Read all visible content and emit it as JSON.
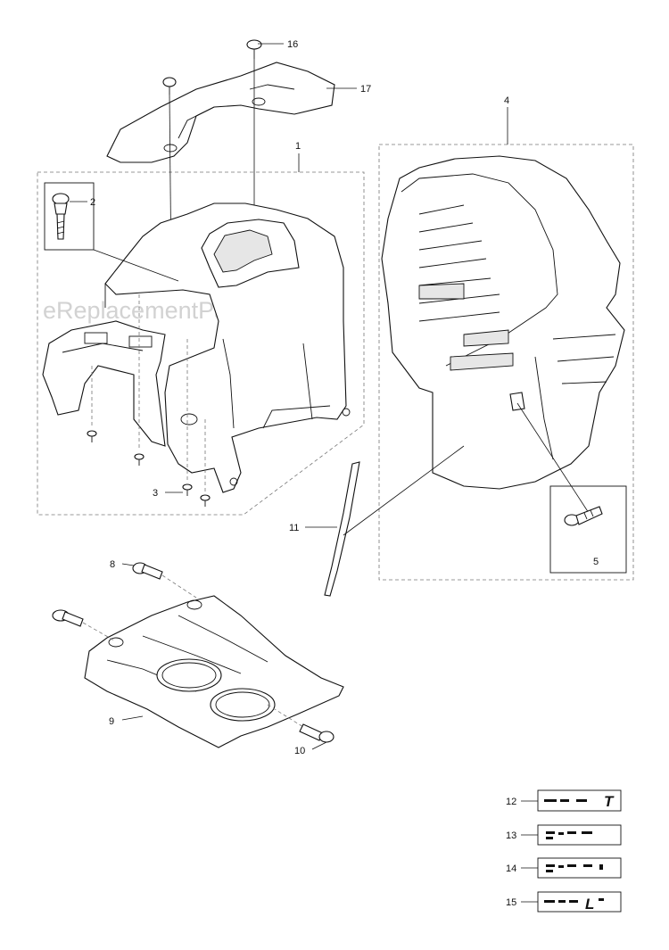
{
  "watermark": "eReplacementParts.com",
  "callouts": {
    "c1": "1",
    "c2": "2",
    "c3": "3",
    "c4": "4",
    "c5": "5",
    "c8": "8",
    "c9": "9",
    "c10": "10",
    "c11": "11",
    "c12": "12",
    "c13": "13",
    "c14": "14",
    "c15": "15",
    "c16": "16",
    "c17": "17"
  },
  "decals": {
    "d12": "T",
    "d15": "L"
  }
}
